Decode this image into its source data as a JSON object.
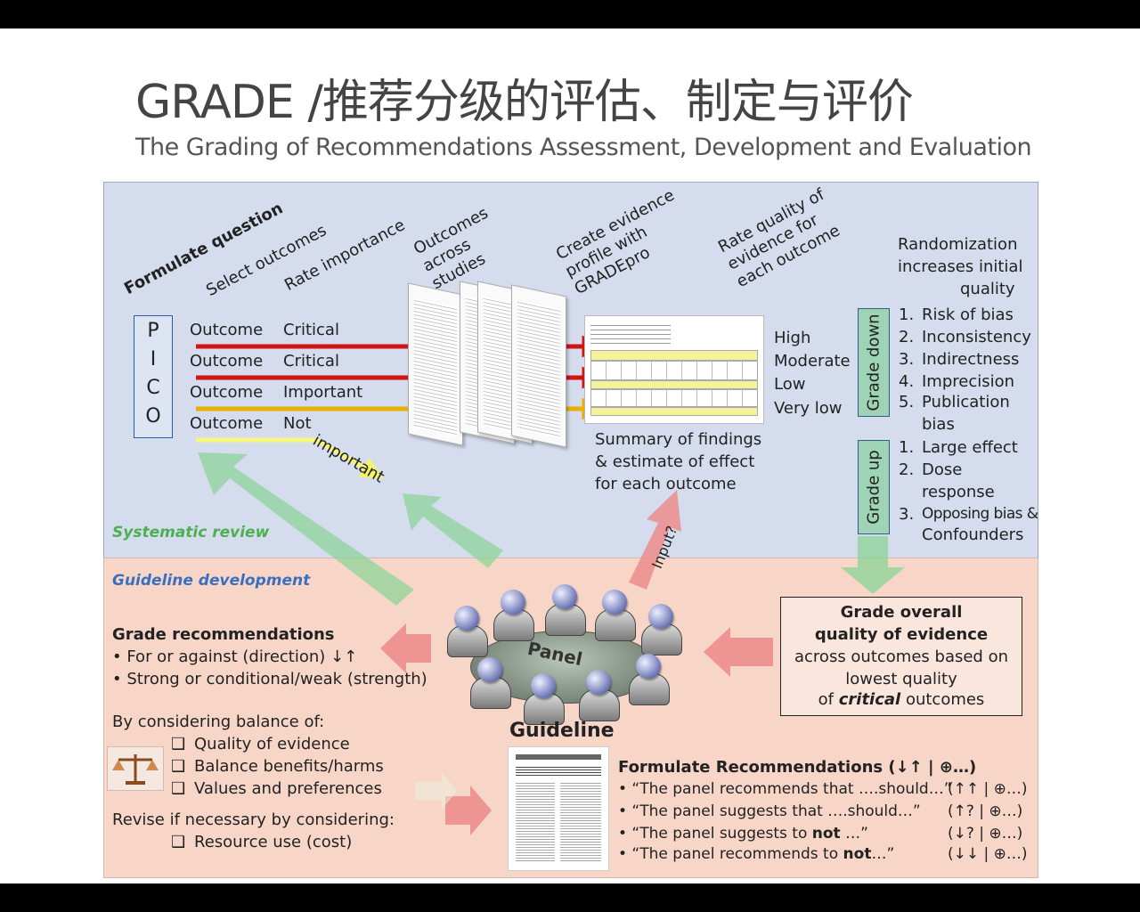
{
  "title": "GRADE /推荐分级的评估、制定与评价",
  "subtitle": "The Grading of Recommendations Assessment, Development and Evaluation",
  "systematic_review": {
    "label": "Systematic review",
    "steps": {
      "formulate_question": "Formulate question",
      "select_outcomes": "Select outcomes",
      "rate_importance": "Rate importance",
      "outcomes_across_studies": "Outcomes across studies",
      "create_profile": "Create evidence profile with GRADEpro",
      "rate_quality": "Rate quality of evidence for each outcome"
    },
    "pico": [
      "P",
      "I",
      "C",
      "O"
    ],
    "outcomes": [
      {
        "label": "Outcome",
        "importance": "Critical"
      },
      {
        "label": "Outcome",
        "importance": "Critical"
      },
      {
        "label": "Outcome",
        "importance": "Important"
      },
      {
        "label": "Outcome",
        "importance": "Not"
      }
    ],
    "important_label": "important",
    "quality_levels": [
      "High",
      "Moderate",
      "Low",
      "Very low"
    ],
    "summary": [
      "Summary of findings",
      "& estimate of effect",
      "for each outcome"
    ],
    "randomization": [
      "Randomization",
      "increases initial",
      "quality"
    ],
    "grade_down": {
      "label": "Grade down",
      "items": [
        {
          "n": "1.",
          "text": "Risk of bias"
        },
        {
          "n": "2.",
          "text": "Inconsistency"
        },
        {
          "n": "3.",
          "text": "Indirectness"
        },
        {
          "n": "4.",
          "text": "Imprecision"
        },
        {
          "n": "5.",
          "text": "Publication"
        },
        {
          "n": "",
          "text": "bias"
        }
      ]
    },
    "grade_up": {
      "label": "Grade up",
      "items": [
        {
          "n": "1.",
          "text": "Large effect"
        },
        {
          "n": "2.",
          "text": "Dose"
        },
        {
          "n": "",
          "text": "response"
        },
        {
          "n": "3.",
          "text": "Opposing bias &"
        },
        {
          "n": "",
          "text": "Confounders"
        }
      ]
    }
  },
  "guideline_development": {
    "label": "Guideline development",
    "input_label": "Input?",
    "panel_label": "Panel",
    "guideline_label": "Guideline",
    "grade_recommendations": {
      "title": "Grade recommendations",
      "bullets": [
        "• For or against (direction) ↓↑",
        "• Strong or conditional/weak (strength)"
      ]
    },
    "balance": {
      "title": "By considering balance of:",
      "items": [
        "Quality of evidence",
        "Balance benefits/harms",
        "Values and preferences"
      ]
    },
    "revise": {
      "title": "Revise if necessary by considering:",
      "items": [
        "Resource use (cost)"
      ]
    },
    "overall": [
      "Grade overall",
      "quality of evidence",
      "across outcomes based on",
      "lowest quality"
    ],
    "overall_last": {
      "pre": "of ",
      "emph": "critical",
      "post": " outcomes"
    },
    "formulate": {
      "title": "Formulate Recommendations (↓↑ | ⊕…)",
      "rows": [
        {
          "pre": "• “The panel recommends that ….should…”",
          "bold": "",
          "post": "",
          "code": "(↑↑ | ⊕…)"
        },
        {
          "pre": "• “The panel suggests that ….should…”",
          "bold": "",
          "post": "",
          "code": "(↑? | ⊕…)"
        },
        {
          "pre": "• “The panel suggests to ",
          "bold": "not",
          "post": " …”",
          "code": "(↓? | ⊕…)"
        },
        {
          "pre": "• “The panel recommends to ",
          "bold": "not",
          "post": "…”",
          "code": "(↓↓ | ⊕…)"
        }
      ]
    }
  },
  "colors": {
    "critical_arrow": "#d41414",
    "important_arrow": "#e8b000",
    "not_important_arrow": "#ffff66",
    "green_arrow": "#8fd49a",
    "pink_arrow": "#ec8d8d"
  }
}
